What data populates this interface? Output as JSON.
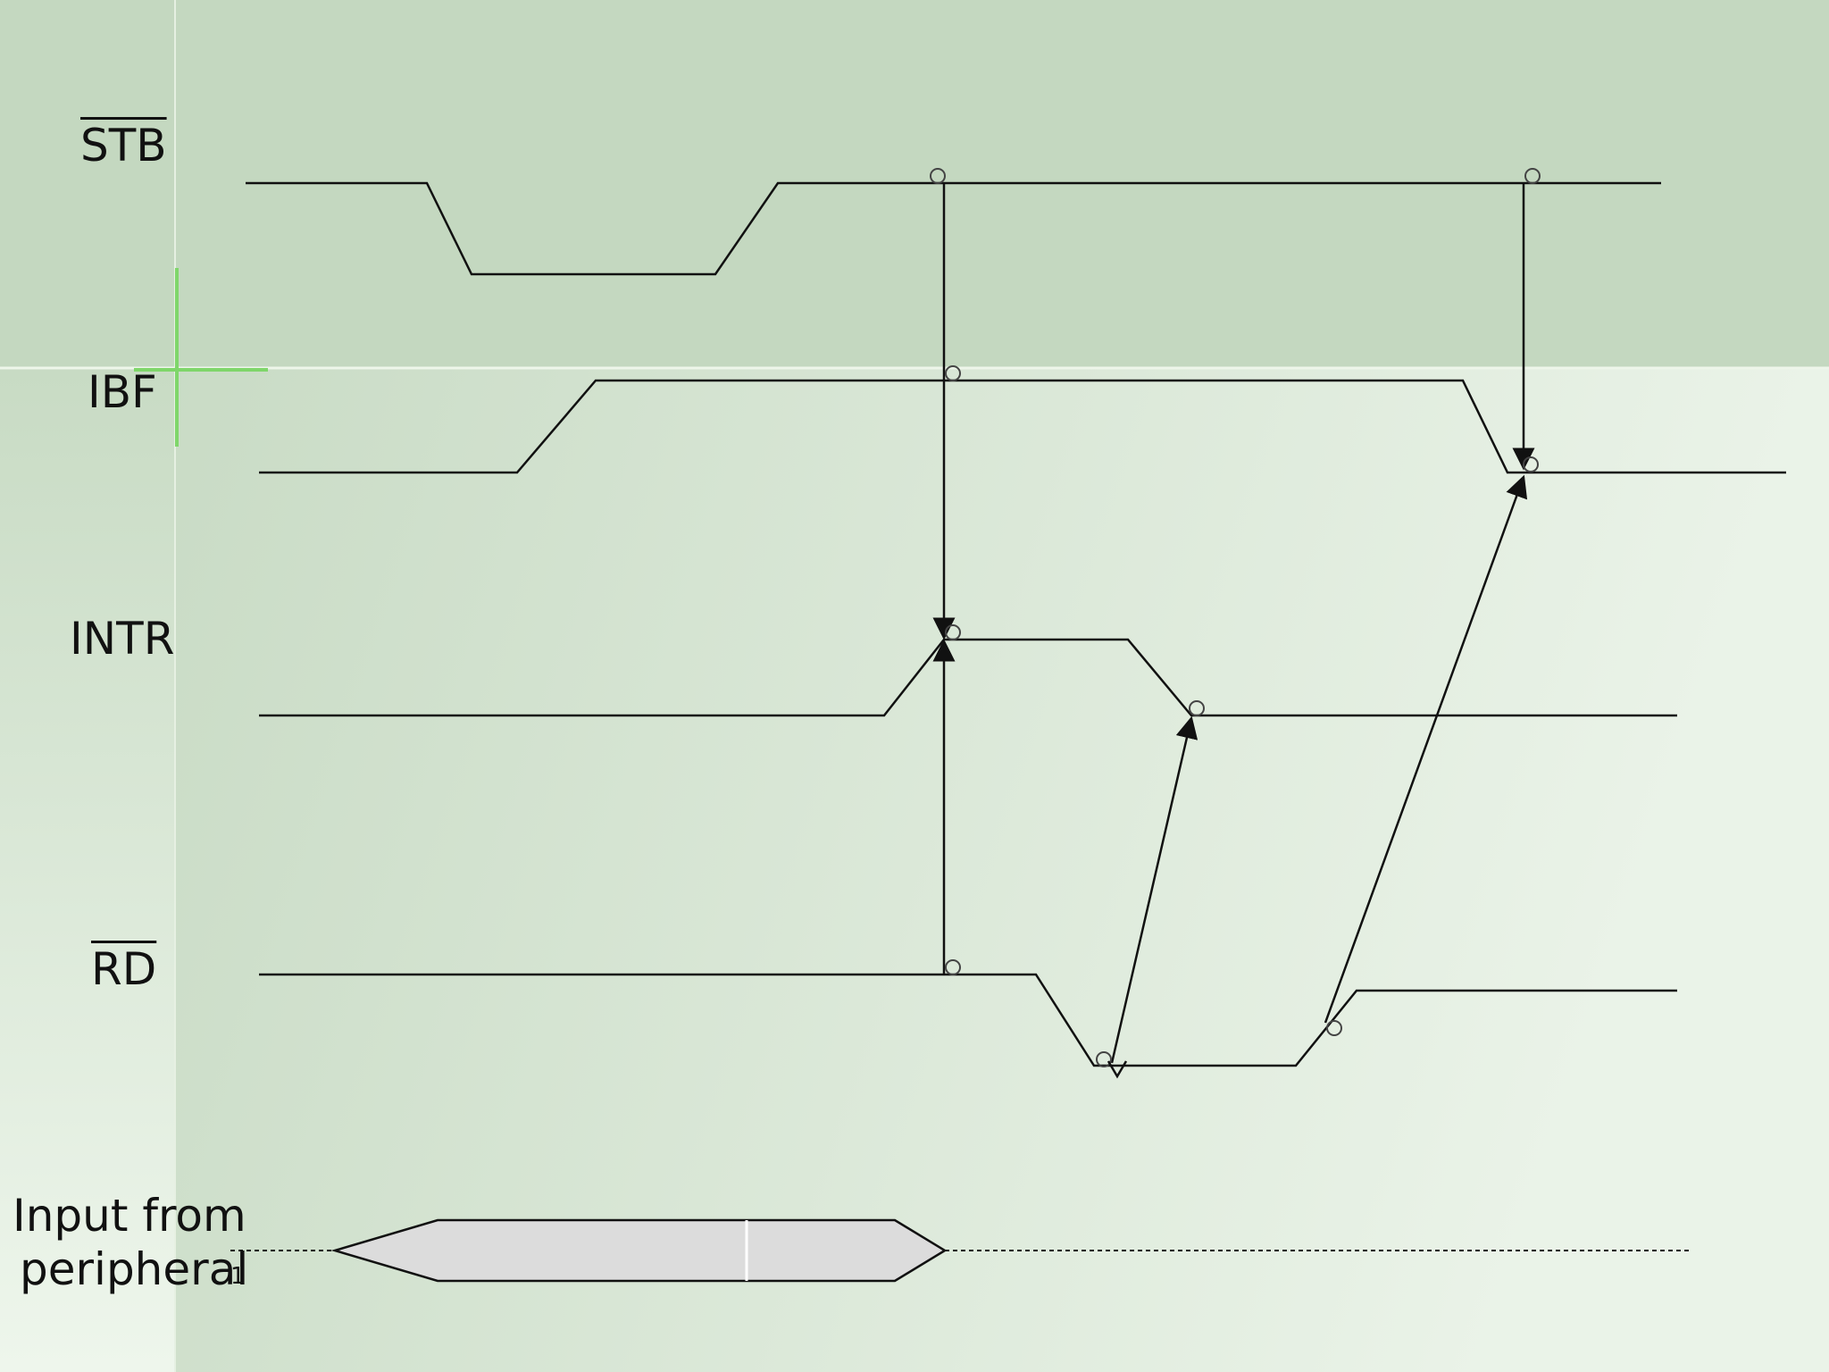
{
  "colors": {
    "background_top": "#c5d8c0",
    "background_bottom": "#e6f0e4",
    "left_strip": "#dce8da",
    "waveform": "#111111",
    "data_bus_fill": "#dcdcdc",
    "marker": "#555555"
  },
  "signals": {
    "stb": {
      "label": "STB",
      "active_low": true
    },
    "ibf": {
      "label": "IBF",
      "active_low": false
    },
    "intr": {
      "label": "INTR",
      "active_low": false
    },
    "rd": {
      "label": "RD",
      "active_low": true
    },
    "input": {
      "label_line1": "Input from",
      "label_line2": "peripheral",
      "footnote": "1"
    }
  }
}
